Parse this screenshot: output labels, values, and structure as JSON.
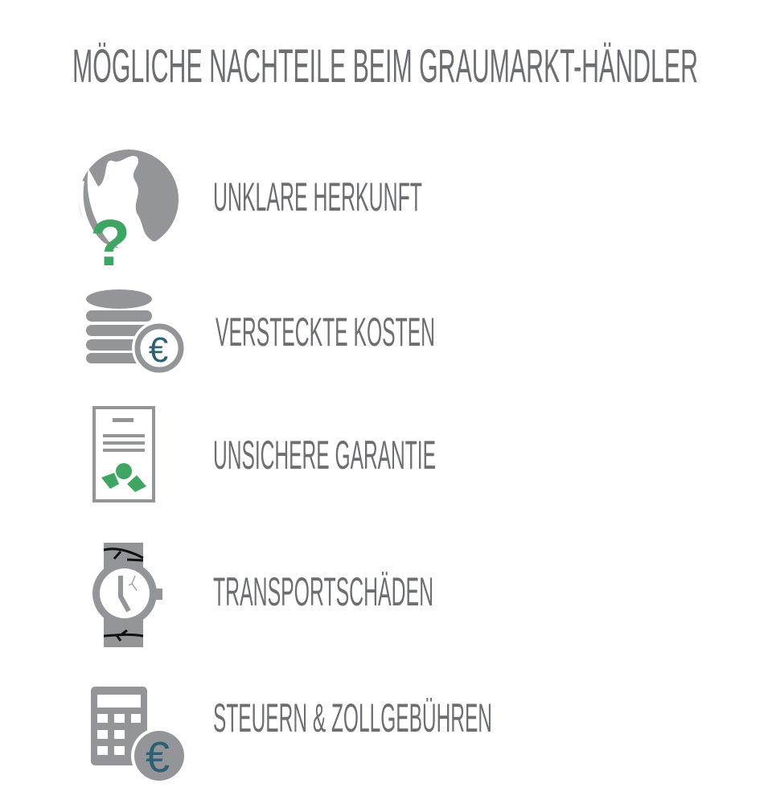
{
  "title": "MÖGLICHE NACHTEILE BEIM GRAUMARKT-HÄNDLER",
  "items": [
    {
      "label": "UNKLARE HERKUNFT",
      "icon": "globe-question-icon"
    },
    {
      "label": "VERSTECKTE KOSTEN",
      "icon": "coins-euro-icon"
    },
    {
      "label": "UNSICHERE GARANTIE",
      "icon": "certificate-icon"
    },
    {
      "label": "TRANSPORTSCHÄDEN",
      "icon": "broken-watch-icon"
    },
    {
      "label": "STEUERN & ZOLLGEBÜHREN",
      "icon": "calculator-euro-icon"
    }
  ],
  "icon_glyphs": {
    "question": "?",
    "euro": "€"
  },
  "colors": {
    "text": "#6d6e71",
    "icon": "#939598",
    "green": "#3fa562",
    "euro": "#2e5f73"
  }
}
